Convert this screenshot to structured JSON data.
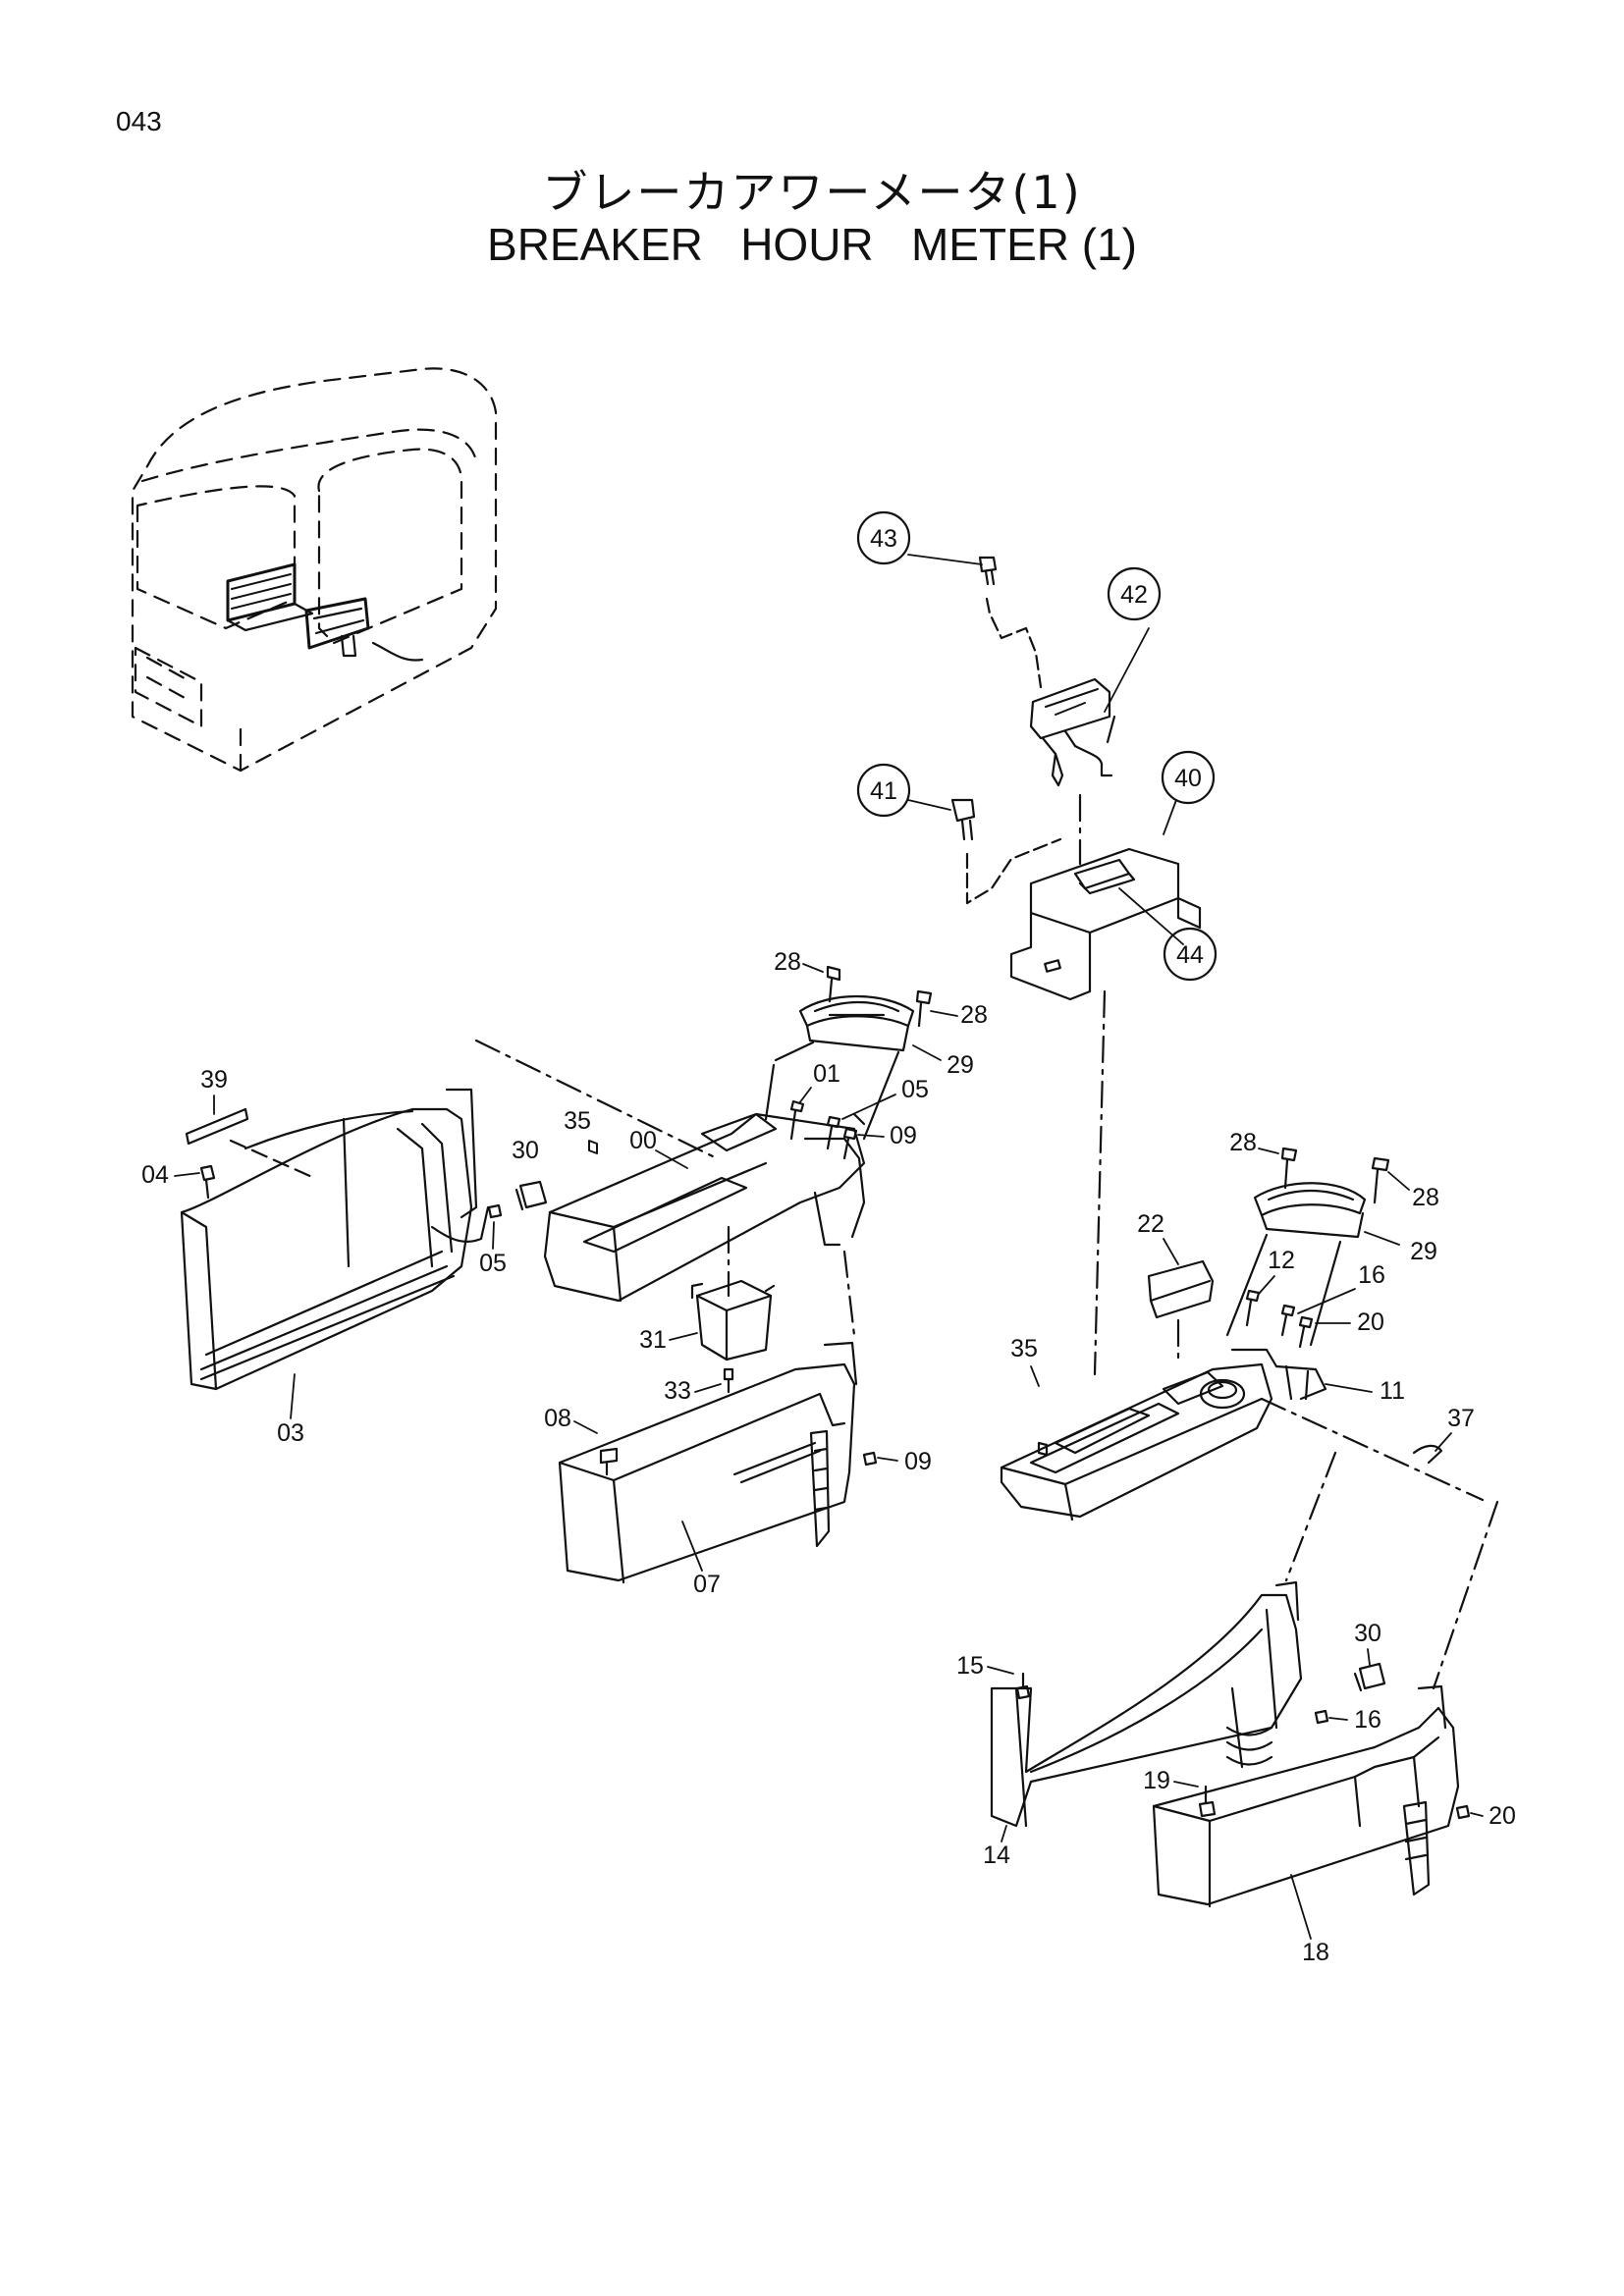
{
  "header": {
    "page_number": "043",
    "title_jp": "ブレーカアワーメータ(1)",
    "title_en": "BREAKER   HOUR   METER (1)"
  },
  "callouts": [
    {
      "id": "43",
      "circled": true
    },
    {
      "id": "42",
      "circled": true
    },
    {
      "id": "41",
      "circled": true
    },
    {
      "id": "40",
      "circled": true
    },
    {
      "id": "44",
      "circled": true
    },
    {
      "id": "28",
      "circled": false
    },
    {
      "id": "28",
      "circled": false
    },
    {
      "id": "29",
      "circled": false
    },
    {
      "id": "01",
      "circled": false
    },
    {
      "id": "05",
      "circled": false
    },
    {
      "id": "09",
      "circled": false
    },
    {
      "id": "39",
      "circled": false
    },
    {
      "id": "04",
      "circled": false
    },
    {
      "id": "30",
      "circled": false
    },
    {
      "id": "35",
      "circled": false
    },
    {
      "id": "00",
      "circled": false
    },
    {
      "id": "05",
      "circled": false
    },
    {
      "id": "31",
      "circled": false
    },
    {
      "id": "33",
      "circled": false
    },
    {
      "id": "03",
      "circled": false
    },
    {
      "id": "08",
      "circled": false
    },
    {
      "id": "09",
      "circled": false
    },
    {
      "id": "07",
      "circled": false
    },
    {
      "id": "28",
      "circled": false
    },
    {
      "id": "28",
      "circled": false
    },
    {
      "id": "29",
      "circled": false
    },
    {
      "id": "22",
      "circled": false
    },
    {
      "id": "12",
      "circled": false
    },
    {
      "id": "16",
      "circled": false
    },
    {
      "id": "20",
      "circled": false
    },
    {
      "id": "35",
      "circled": false
    },
    {
      "id": "11",
      "circled": false
    },
    {
      "id": "37",
      "circled": false
    },
    {
      "id": "15",
      "circled": false
    },
    {
      "id": "30",
      "circled": false
    },
    {
      "id": "16",
      "circled": false
    },
    {
      "id": "19",
      "circled": false
    },
    {
      "id": "20",
      "circled": false
    },
    {
      "id": "14",
      "circled": false
    },
    {
      "id": "18",
      "circled": false
    }
  ]
}
